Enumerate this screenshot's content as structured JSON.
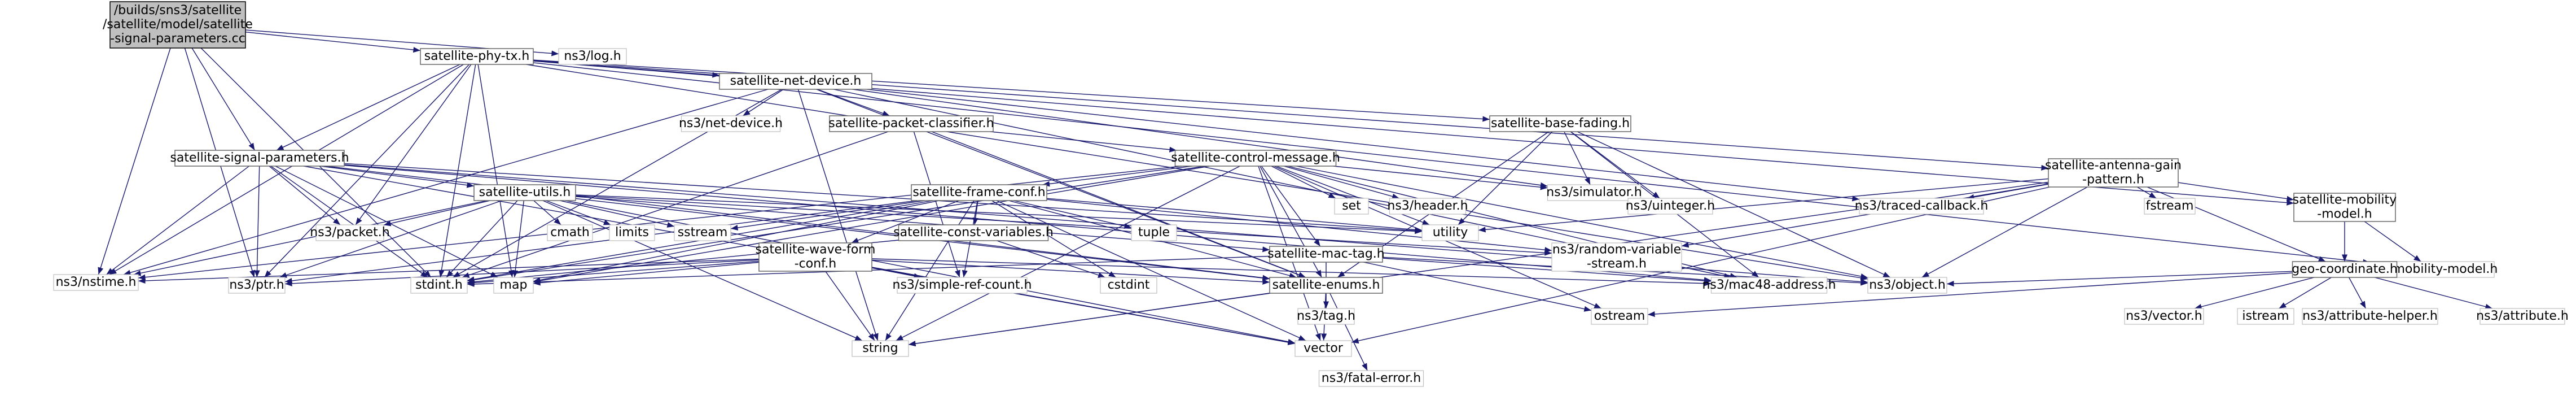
{
  "nodes": [
    {
      "id": "root",
      "kind": "root",
      "lines": [
        "/builds/sns3/satellite",
        "/satellite/model/satellite",
        "-signal-parameters.cc"
      ]
    },
    {
      "id": "phy_tx",
      "kind": "linked",
      "lines": [
        "satellite-phy-tx.h"
      ]
    },
    {
      "id": "log",
      "kind": "plain",
      "lines": [
        "ns3/log.h"
      ]
    },
    {
      "id": "net_device",
      "kind": "linked",
      "lines": [
        "satellite-net-device.h"
      ]
    },
    {
      "id": "net_device_ns3",
      "kind": "plain",
      "lines": [
        "ns3/net-device.h"
      ]
    },
    {
      "id": "packet_classifier",
      "kind": "linked",
      "lines": [
        "satellite-packet-classifier.h"
      ]
    },
    {
      "id": "signal_params",
      "kind": "linked",
      "lines": [
        "satellite-signal-parameters.h"
      ]
    },
    {
      "id": "control_message",
      "kind": "linked",
      "lines": [
        "satellite-control-message.h"
      ]
    },
    {
      "id": "base_fading",
      "kind": "linked",
      "lines": [
        "satellite-base-fading.h"
      ]
    },
    {
      "id": "antenna_gain",
      "kind": "linked",
      "lines": [
        "satellite-antenna-gain",
        "-pattern.h"
      ]
    },
    {
      "id": "utils",
      "kind": "linked",
      "lines": [
        "satellite-utils.h"
      ]
    },
    {
      "id": "frame_conf",
      "kind": "linked",
      "lines": [
        "satellite-frame-conf.h"
      ]
    },
    {
      "id": "simulator",
      "kind": "plain",
      "lines": [
        "ns3/simulator.h"
      ]
    },
    {
      "id": "set",
      "kind": "plain",
      "lines": [
        "set"
      ]
    },
    {
      "id": "header",
      "kind": "plain",
      "lines": [
        "ns3/header.h"
      ]
    },
    {
      "id": "uinteger",
      "kind": "plain",
      "lines": [
        "ns3/uinteger.h"
      ]
    },
    {
      "id": "traced_callback",
      "kind": "plain",
      "lines": [
        "ns3/traced-callback.h"
      ]
    },
    {
      "id": "fstream",
      "kind": "plain",
      "lines": [
        "fstream"
      ]
    },
    {
      "id": "mobility_model_sat",
      "kind": "linked",
      "lines": [
        "satellite-mobility",
        "-model.h"
      ]
    },
    {
      "id": "mobility_model",
      "kind": "plain",
      "lines": [
        "ns3/mobility-model.h"
      ]
    },
    {
      "id": "packet",
      "kind": "plain",
      "lines": [
        "ns3/packet.h"
      ]
    },
    {
      "id": "cmath",
      "kind": "plain",
      "lines": [
        "cmath"
      ]
    },
    {
      "id": "limits",
      "kind": "plain",
      "lines": [
        "limits"
      ]
    },
    {
      "id": "sstream",
      "kind": "plain",
      "lines": [
        "sstream"
      ]
    },
    {
      "id": "wave_form_conf",
      "kind": "linked",
      "lines": [
        "satellite-wave-form",
        "-conf.h"
      ]
    },
    {
      "id": "const_variables",
      "kind": "linked",
      "lines": [
        "satellite-const-variables.h"
      ]
    },
    {
      "id": "tuple",
      "kind": "plain",
      "lines": [
        "tuple"
      ]
    },
    {
      "id": "utility",
      "kind": "plain",
      "lines": [
        "utility"
      ]
    },
    {
      "id": "mac_tag",
      "kind": "linked",
      "lines": [
        "satellite-mac-tag.h"
      ]
    },
    {
      "id": "random_variable",
      "kind": "plain",
      "lines": [
        "ns3/random-variable",
        "-stream.h"
      ]
    },
    {
      "id": "geo_coordinate",
      "kind": "linked",
      "lines": [
        "geo-coordinate.h"
      ]
    },
    {
      "id": "nstime",
      "kind": "plain",
      "lines": [
        "ns3/nstime.h"
      ]
    },
    {
      "id": "ptr",
      "kind": "plain",
      "lines": [
        "ns3/ptr.h"
      ]
    },
    {
      "id": "stdint",
      "kind": "plain",
      "lines": [
        "stdint.h"
      ]
    },
    {
      "id": "map",
      "kind": "plain",
      "lines": [
        "map"
      ]
    },
    {
      "id": "simple_ref_count",
      "kind": "plain",
      "lines": [
        "ns3/simple-ref-count.h"
      ]
    },
    {
      "id": "cstdint",
      "kind": "plain",
      "lines": [
        "cstdint"
      ]
    },
    {
      "id": "enums",
      "kind": "linked",
      "lines": [
        "satellite-enums.h"
      ]
    },
    {
      "id": "tag",
      "kind": "plain",
      "lines": [
        "ns3/tag.h"
      ]
    },
    {
      "id": "ostream",
      "kind": "plain",
      "lines": [
        "ostream"
      ]
    },
    {
      "id": "mac48",
      "kind": "plain",
      "lines": [
        "ns3/mac48-address.h"
      ]
    },
    {
      "id": "object",
      "kind": "plain",
      "lines": [
        "ns3/object.h"
      ]
    },
    {
      "id": "vector3",
      "kind": "plain",
      "lines": [
        "ns3/vector.h"
      ]
    },
    {
      "id": "istream",
      "kind": "plain",
      "lines": [
        "istream"
      ]
    },
    {
      "id": "attribute_helper",
      "kind": "plain",
      "lines": [
        "ns3/attribute-helper.h"
      ]
    },
    {
      "id": "attribute",
      "kind": "plain",
      "lines": [
        "ns3/attribute.h"
      ]
    },
    {
      "id": "string",
      "kind": "plain",
      "lines": [
        "string"
      ]
    },
    {
      "id": "vector",
      "kind": "plain",
      "lines": [
        "vector"
      ]
    },
    {
      "id": "fatal_error",
      "kind": "plain",
      "lines": [
        "ns3/fatal-error.h"
      ]
    }
  ],
  "edges": [
    [
      "root",
      "phy_tx"
    ],
    [
      "root",
      "log"
    ],
    [
      "root",
      "signal_params"
    ],
    [
      "root",
      "nstime"
    ],
    [
      "root",
      "stdint"
    ],
    [
      "root",
      "ptr"
    ],
    [
      "phy_tx",
      "net_device"
    ],
    [
      "phy_tx",
      "signal_params"
    ],
    [
      "phy_tx",
      "base_fading"
    ],
    [
      "phy_tx",
      "antenna_gain"
    ],
    [
      "phy_tx",
      "mobility_model_sat"
    ],
    [
      "phy_tx",
      "mobility_model"
    ],
    [
      "phy_tx",
      "packet"
    ],
    [
      "phy_tx",
      "nstime"
    ],
    [
      "phy_tx",
      "ptr"
    ],
    [
      "phy_tx",
      "map"
    ],
    [
      "phy_tx",
      "stdint"
    ],
    [
      "phy_tx",
      "object"
    ],
    [
      "net_device",
      "net_device_ns3"
    ],
    [
      "net_device",
      "packet_classifier"
    ],
    [
      "net_device",
      "enums"
    ],
    [
      "net_device",
      "mac48"
    ],
    [
      "net_device",
      "simulator"
    ],
    [
      "net_device",
      "traced_callback"
    ],
    [
      "net_device",
      "nstime"
    ],
    [
      "net_device",
      "stdint"
    ],
    [
      "net_device",
      "string"
    ],
    [
      "packet_classifier",
      "control_message"
    ],
    [
      "packet_classifier",
      "enums"
    ],
    [
      "packet_classifier",
      "simple_ref_count"
    ],
    [
      "packet_classifier",
      "stdint"
    ],
    [
      "signal_params",
      "utils"
    ],
    [
      "signal_params",
      "packet"
    ],
    [
      "signal_params",
      "enums"
    ],
    [
      "signal_params",
      "mac48"
    ],
    [
      "signal_params",
      "object"
    ],
    [
      "signal_params",
      "ptr"
    ],
    [
      "signal_params",
      "nstime"
    ],
    [
      "signal_params",
      "map"
    ],
    [
      "signal_params",
      "stdint"
    ],
    [
      "signal_params",
      "utility"
    ],
    [
      "signal_params",
      "vector"
    ],
    [
      "control_message",
      "frame_conf"
    ],
    [
      "control_message",
      "simulator"
    ],
    [
      "control_message",
      "set"
    ],
    [
      "control_message",
      "header"
    ],
    [
      "control_message",
      "mac_tag"
    ],
    [
      "control_message",
      "enums"
    ],
    [
      "control_message",
      "mac48"
    ],
    [
      "control_message",
      "object"
    ],
    [
      "control_message",
      "nstime"
    ],
    [
      "control_message",
      "map"
    ],
    [
      "control_message",
      "stdint"
    ],
    [
      "control_message",
      "string"
    ],
    [
      "control_message",
      "utility"
    ],
    [
      "control_message",
      "vector"
    ],
    [
      "control_message",
      "ostream"
    ],
    [
      "base_fading",
      "simulator"
    ],
    [
      "base_fading",
      "uinteger"
    ],
    [
      "base_fading",
      "mac48"
    ],
    [
      "base_fading",
      "object"
    ],
    [
      "base_fading",
      "enums"
    ],
    [
      "base_fading",
      "utility"
    ],
    [
      "antenna_gain",
      "traced_callback"
    ],
    [
      "antenna_gain",
      "fstream"
    ],
    [
      "antenna_gain",
      "mobility_model_sat"
    ],
    [
      "antenna_gain",
      "geo_coordinate"
    ],
    [
      "antenna_gain",
      "random_variable"
    ],
    [
      "antenna_gain",
      "object"
    ],
    [
      "antenna_gain",
      "vector"
    ],
    [
      "antenna_gain",
      "utility"
    ],
    [
      "antenna_gain",
      "string"
    ],
    [
      "mobility_model_sat",
      "mobility_model"
    ],
    [
      "mobility_model_sat",
      "geo_coordinate"
    ],
    [
      "utils",
      "packet"
    ],
    [
      "utils",
      "cmath"
    ],
    [
      "utils",
      "limits"
    ],
    [
      "utils",
      "sstream"
    ],
    [
      "utils",
      "mac_tag"
    ],
    [
      "utils",
      "enums"
    ],
    [
      "utils",
      "random_variable"
    ],
    [
      "utils",
      "stdint"
    ],
    [
      "utils",
      "map"
    ],
    [
      "utils",
      "vector"
    ],
    [
      "utils",
      "string"
    ],
    [
      "utils",
      "nstime"
    ],
    [
      "utils",
      "ptr"
    ],
    [
      "utils",
      "utility"
    ],
    [
      "frame_conf",
      "wave_form_conf"
    ],
    [
      "frame_conf",
      "const_variables"
    ],
    [
      "frame_conf",
      "tuple"
    ],
    [
      "frame_conf",
      "utility"
    ],
    [
      "frame_conf",
      "sstream"
    ],
    [
      "frame_conf",
      "enums"
    ],
    [
      "frame_conf",
      "simple_ref_count"
    ],
    [
      "frame_conf",
      "map"
    ],
    [
      "frame_conf",
      "stdint"
    ],
    [
      "frame_conf",
      "vector"
    ],
    [
      "frame_conf",
      "string"
    ],
    [
      "frame_conf",
      "ptr"
    ],
    [
      "frame_conf",
      "cstdint"
    ],
    [
      "frame_conf",
      "random_variable"
    ],
    [
      "wave_form_conf",
      "enums"
    ],
    [
      "wave_form_conf",
      "simple_ref_count"
    ],
    [
      "wave_form_conf",
      "nstime"
    ],
    [
      "wave_form_conf",
      "ptr"
    ],
    [
      "wave_form_conf",
      "stdint"
    ],
    [
      "wave_form_conf",
      "map"
    ],
    [
      "wave_form_conf",
      "vector"
    ],
    [
      "wave_form_conf",
      "string"
    ],
    [
      "wave_form_conf",
      "mac48"
    ],
    [
      "const_variables",
      "cstdint"
    ],
    [
      "const_variables",
      "stdint"
    ],
    [
      "mac_tag",
      "tag"
    ],
    [
      "mac_tag",
      "mac48"
    ],
    [
      "mac_tag",
      "object"
    ],
    [
      "mac_tag",
      "ostream"
    ],
    [
      "mac_tag",
      "stdint"
    ],
    [
      "geo_coordinate",
      "vector3"
    ],
    [
      "geo_coordinate",
      "istream"
    ],
    [
      "geo_coordinate",
      "attribute_helper"
    ],
    [
      "geo_coordinate",
      "attribute"
    ],
    [
      "geo_coordinate",
      "ostream"
    ],
    [
      "geo_coordinate",
      "object"
    ],
    [
      "enums",
      "string"
    ],
    [
      "enums",
      "vector"
    ],
    [
      "enums",
      "fatal_error"
    ]
  ]
}
